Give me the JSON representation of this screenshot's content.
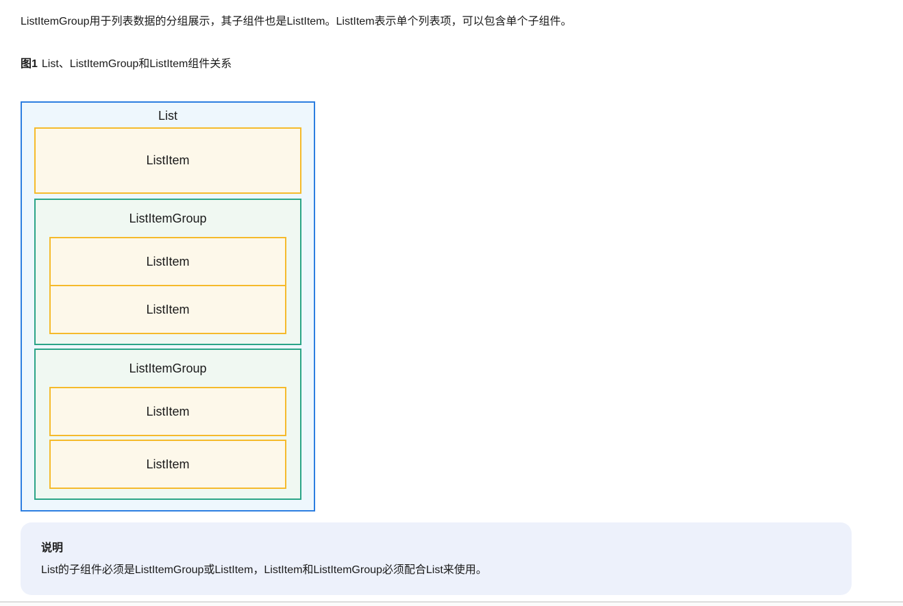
{
  "intro": {
    "text": "ListItemGroup用于列表数据的分组展示，其子组件也是ListItem。ListItem表示单个列表项，可以包含单个子组件。"
  },
  "figure": {
    "label": "图1",
    "title": "List、ListItemGroup和ListItem组件关系"
  },
  "diagram": {
    "list_label": "List",
    "direct_item_label": "ListItem",
    "groups": [
      {
        "label": "ListItemGroup",
        "items": [
          "ListItem",
          "ListItem"
        ]
      },
      {
        "label": "ListItemGroup",
        "items": [
          "ListItem",
          "ListItem"
        ]
      }
    ]
  },
  "note": {
    "title": "说明",
    "body": "List的子组件必须是ListItemGroup或ListItem，ListItem和ListItemGroup必须配合List来使用。"
  },
  "colors": {
    "list_border": "#2b7de0",
    "list_bg": "#eef7fd",
    "item_border": "#f5ba2b",
    "item_bg": "#fdf8ea",
    "group_border": "#2aa487",
    "group_bg": "#f0f8f2",
    "note_bg": "#edf1fb",
    "text": "#1a1a1a",
    "divider": "#dcdcdc"
  }
}
